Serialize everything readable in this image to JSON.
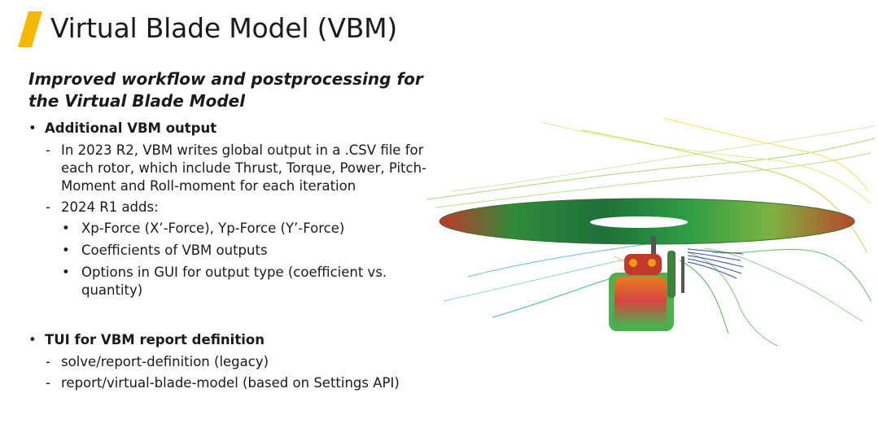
{
  "slide": {
    "title": "Virtual Blade Model (VBM)",
    "subtitle": "Improved workflow and postprocessing  for the Virtual Blade Model",
    "accent_color": "#f5b800"
  },
  "sections": {
    "output": {
      "heading": "Additional VBM output",
      "item1": "In 2023 R2, VBM writes global output in a .CSV file for each rotor, which include Thrust, Torque, Power, Pitch-Moment and Roll-moment for each iteration",
      "item2": "2024 R1 adds:",
      "sub1": "Xp-Force (X’-Force),  Yp-Force (Y’-Force)",
      "sub2": "Coefficients of VBM outputs",
      "sub3": "Options in GUI for output type (coefficient vs. quantity)"
    },
    "tui": {
      "heading": "TUI for VBM report definition",
      "item1": "solve/report-definition (legacy)",
      "item2": "report/virtual-blade-model (based on Settings API)"
    }
  }
}
